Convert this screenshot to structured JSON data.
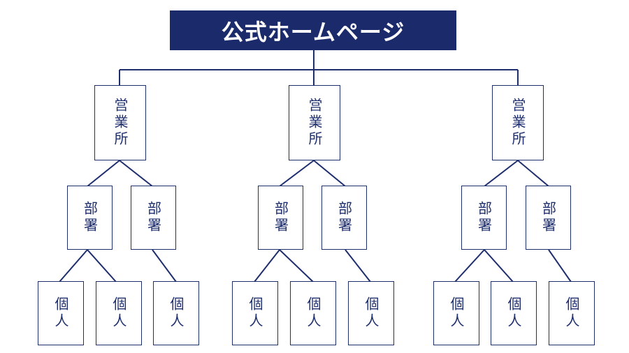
{
  "root": {
    "label": "公式ホームページ"
  },
  "colors": {
    "primary": "#1b2a6b",
    "line": "#1f2f6e",
    "background": "#ffffff"
  },
  "branches": [
    {
      "office": "営業所",
      "departments": [
        {
          "label": "部署",
          "members": [
            "個人",
            "個人"
          ]
        },
        {
          "label": "部署",
          "members": [
            "個人"
          ]
        }
      ]
    },
    {
      "office": "営業所",
      "departments": [
        {
          "label": "部署",
          "members": [
            "個人",
            "個人"
          ]
        },
        {
          "label": "部署",
          "members": [
            "個人"
          ]
        }
      ]
    },
    {
      "office": "営業所",
      "departments": [
        {
          "label": "部署",
          "members": [
            "個人",
            "個人"
          ]
        },
        {
          "label": "部署",
          "members": [
            "個人"
          ]
        }
      ]
    }
  ]
}
